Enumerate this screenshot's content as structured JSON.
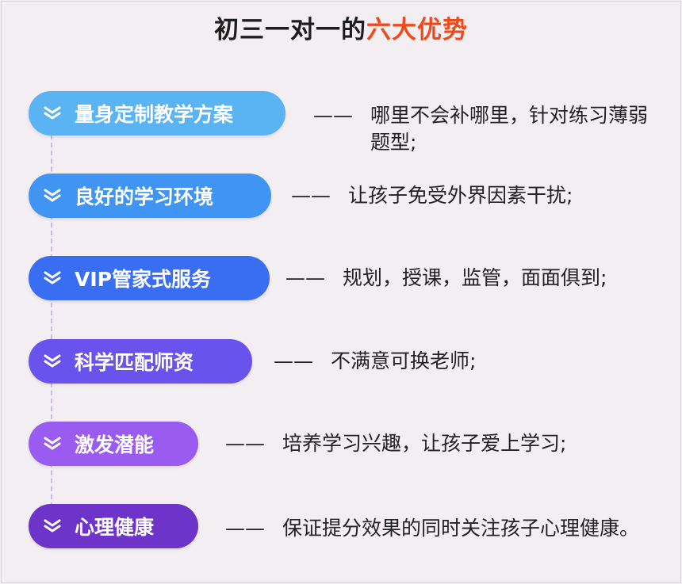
{
  "title": {
    "prefix": "初三一对一的",
    "highlight": "六大优势"
  },
  "colors": {
    "accent": "#ef4a1c"
  },
  "items": [
    {
      "label": "量身定制教学方案",
      "dash": "——",
      "text": "哪里不会补哪里，针对练习薄弱题型;",
      "color": "#5ab3f3"
    },
    {
      "label": "良好的学习环境",
      "dash": "——",
      "text": "让孩子免受外界因素干扰;",
      "color": "#3f95f1"
    },
    {
      "label": "VIP管家式服务",
      "dash": "——",
      "text": "规划，授课，监管，面面俱到;",
      "color": "#3a6ef2"
    },
    {
      "label": "科学匹配师资",
      "dash": "——",
      "text": "不满意可换老师;",
      "color": "#6a52ec"
    },
    {
      "label": "激发潜能",
      "dash": "——",
      "text": "培养学习兴趣，让孩子爱上学习;",
      "color": "#9a5cf0"
    },
    {
      "label": "心理健康",
      "dash": "——",
      "text": "保证提分效果的同时关注孩子心理健康。",
      "color": "#6e33c8"
    }
  ]
}
